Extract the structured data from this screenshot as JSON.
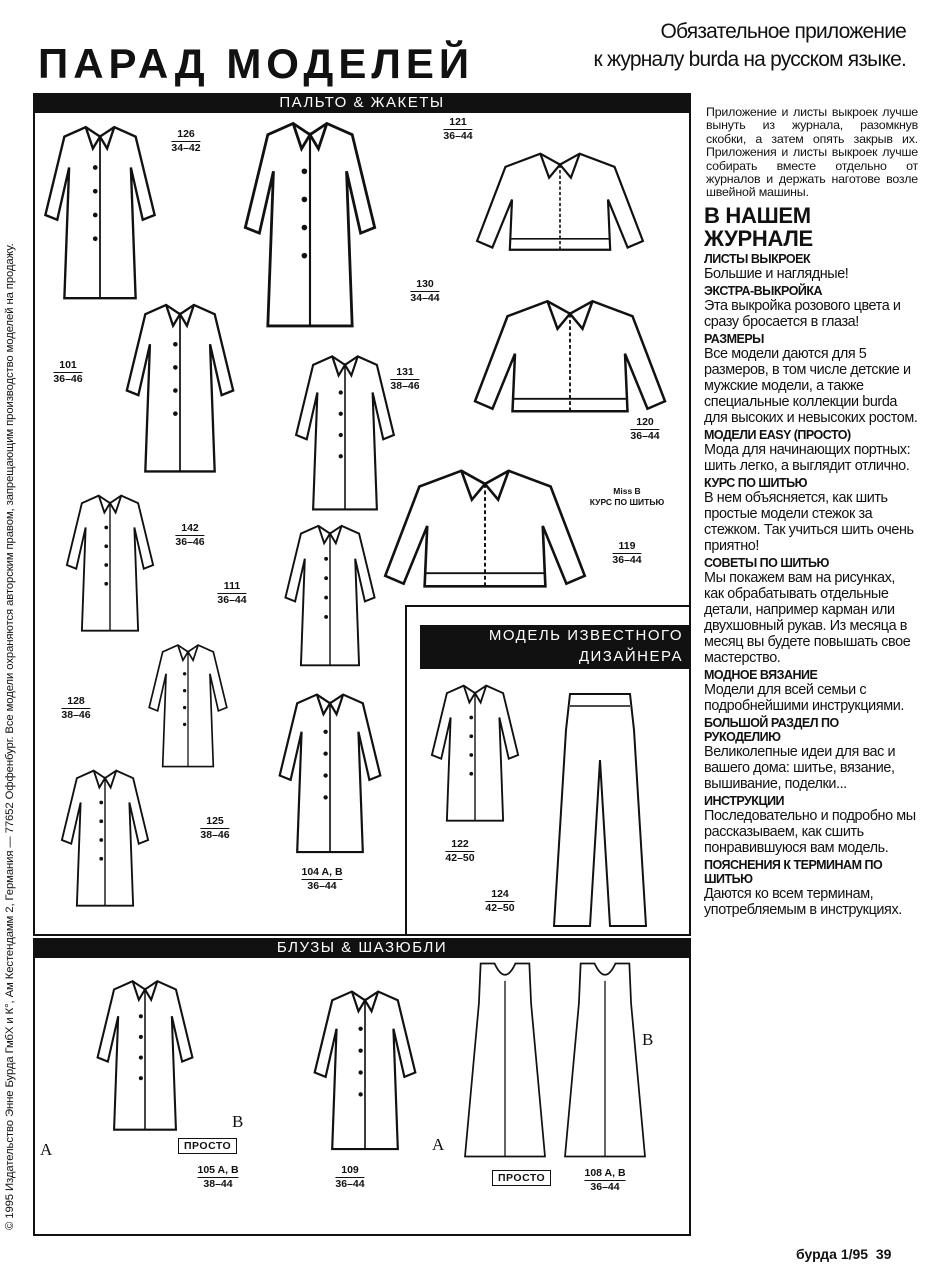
{
  "copyright": "© 1995 Издательство Энне Бурда ГмбХ и К°, Ам Кестендамм 2, Германия — 77652 Оффенбург. Все модели охраняются авторским правом, запрещающим производство моделей на продажу.",
  "title": "ПАРАД МОДЕЛЕЙ",
  "supplement": [
    "Обязательное приложение",
    "к журналу burda на русском языке."
  ],
  "sections": {
    "coats": "ПАЛЬТО & ЖАКЕТЫ",
    "designer": [
      "МОДЕЛЬ ИЗВЕСТНОГО",
      "ДИЗАЙНЕРА"
    ],
    "blouses": "БЛУЗЫ & ШАЗЮБЛИ"
  },
  "models": [
    {
      "num": "126",
      "sizes": "34–42"
    },
    {
      "num": "121",
      "sizes": "36–44"
    },
    {
      "num": "130",
      "sizes": "34–44"
    },
    {
      "num": "101",
      "sizes": "36–46"
    },
    {
      "num": "131",
      "sizes": "38–46"
    },
    {
      "num": "120",
      "sizes": "36–44"
    },
    {
      "num": "119",
      "sizes": "36–44"
    },
    {
      "num": "142",
      "sizes": "36–46"
    },
    {
      "num": "111",
      "sizes": "36–44"
    },
    {
      "num": "128",
      "sizes": "38–46"
    },
    {
      "num": "125",
      "sizes": "38–46"
    },
    {
      "num": "104 A, B",
      "sizes": "36–44"
    },
    {
      "num": "122",
      "sizes": "42–50"
    },
    {
      "num": "124",
      "sizes": "42–50"
    },
    {
      "num": "105 A, B",
      "sizes": "38–44"
    },
    {
      "num": "109",
      "sizes": "36–44"
    },
    {
      "num": "108 A, B",
      "sizes": "36–44"
    }
  ],
  "miss_b": [
    "Miss B",
    "КУРС ПО ШИТЬЮ"
  ],
  "easy_label": "ПРОСТО",
  "variant_a": "A",
  "variant_b": "B",
  "sidebar": {
    "intro": "Приложение и листы выкроек лучше вынуть из журнала, разомкнув скобки, а затем опять закрыв их. Приложения и листы выкроек лучше собирать вместе отдельно от журналов и держать наготове возле швейной машины.",
    "heading": [
      "В НАШЕМ",
      "ЖУРНАЛЕ"
    ],
    "items": [
      {
        "title": "ЛИСТЫ ВЫКРОЕК",
        "text": "Большие и наглядные!"
      },
      {
        "title": "ЭКСТРА-ВЫКРОЙКА",
        "text": "Эта выкройка розового цвета и сразу бросается в глаза!"
      },
      {
        "title": "РАЗМЕРЫ",
        "text": "Все модели даются для 5 размеров, в том числе детские и мужские модели, а также специальные коллекции burda для высоких и невысоких ростом."
      },
      {
        "title": "МОДЕЛИ EASY (ПРОСТО)",
        "text": "Мода для начинающих портных: шить легко, а выглядит отлично."
      },
      {
        "title": "КУРС ПО ШИТЬЮ",
        "text": "В нем объясняется, как шить простые модели стежок за стежком. Так учиться шить очень приятно!"
      },
      {
        "title": "СОВЕТЫ ПО ШИТЬЮ",
        "text": "Мы покажем вам на рисунках, как обрабатывать отдельные детали, например карман или двухшовный рукав. Из месяца в месяц вы будете повышать свое мастерство."
      },
      {
        "title": "МОДНОЕ ВЯЗАНИЕ",
        "text": "Модели для всей семьи с подробнейшими инструкциями."
      },
      {
        "title": "БОЛЬШОЙ РАЗДЕЛ ПО РУКОДЕЛИЮ",
        "text": "Великолепные идеи для вас и вашего дома: шитье, вязание, вышивание, поделки..."
      },
      {
        "title": "ИНСТРУКЦИИ",
        "text": "Последовательно и подробно мы рассказываем, как сшить понравившуюся вам модель."
      },
      {
        "title": "ПОЯСНЕНИЯ К ТЕРМИНАМ ПО ШИТЬЮ",
        "text": "Даются ко всем терминам, употребляемым в инструкциях."
      }
    ]
  },
  "footer": {
    "magazine": "бурда 1/95",
    "page": "39"
  }
}
